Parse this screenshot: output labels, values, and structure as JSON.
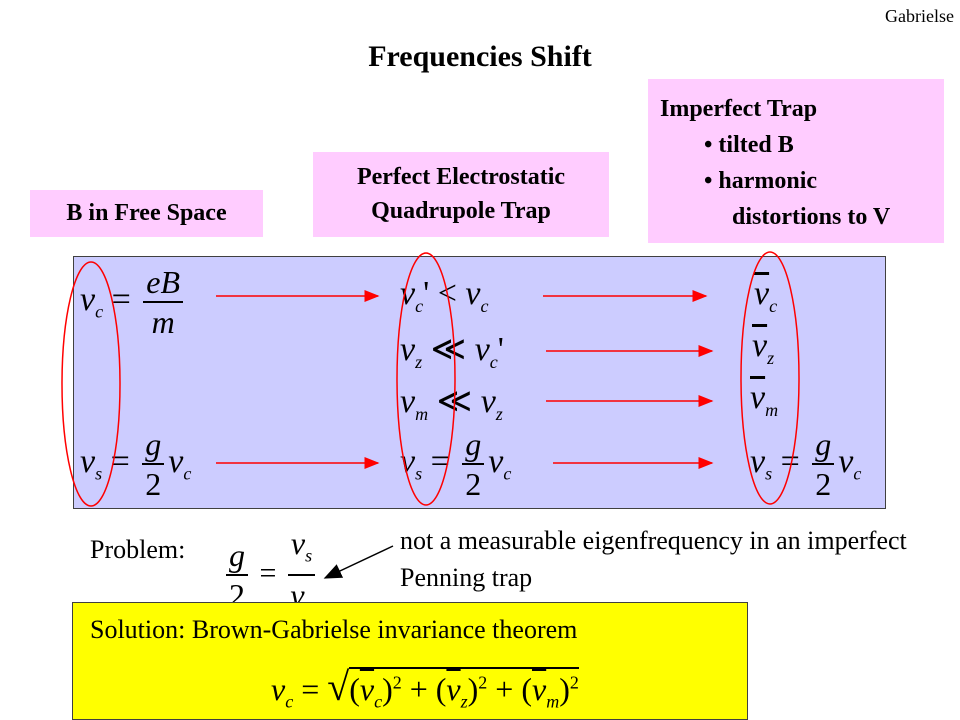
{
  "header": {
    "author": "Gabrielse",
    "title": "Frequencies Shift"
  },
  "columns": {
    "free_space": "B in Free Space",
    "perfect_trap": [
      "Perfect Electrostatic",
      "Quadrupole Trap"
    ],
    "imperfect_trap": {
      "heading": "Imperfect Trap",
      "bullets": [
        "tilted B",
        "harmonic"
      ],
      "continuation": "distortions to V"
    }
  },
  "equations": {
    "nu": "ν",
    "sub_c": "c",
    "sub_s": "s",
    "sub_z": "z",
    "sub_m": "m",
    "equals": "=",
    "prime": "'",
    "less_than": "<",
    "much_less": "≪",
    "eB": "eB",
    "m_den": "m",
    "g": "g",
    "two": "2"
  },
  "problem": {
    "label": "Problem:",
    "note": "not a measurable eigenfrequency in an imperfect Penning trap"
  },
  "solution": {
    "text": "Solution:  Brown-Gabrielse invariance theorem",
    "power": "2",
    "plus": "+",
    "open_paren": "(",
    "close_paren": ")"
  },
  "colors": {
    "pink_box": "#ffccff",
    "panel": "#ccccff",
    "solution_box": "#ffff00",
    "arrow": "#ff0000",
    "ellipse": "#ff0000"
  }
}
